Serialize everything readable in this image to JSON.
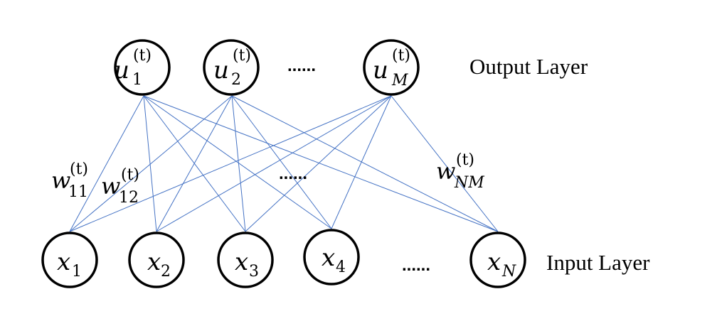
{
  "output_layer": {
    "label": "Output Layer",
    "nodes": [
      {
        "var": "u",
        "sub": "1",
        "sup": "(t)"
      },
      {
        "var": "u",
        "sub": "2",
        "sup": "(t)"
      },
      {
        "var": "u",
        "sub": "M",
        "sup": "(t)"
      }
    ],
    "ellipsis": "......"
  },
  "input_layer": {
    "label": "Input Layer",
    "nodes": [
      {
        "var": "x",
        "sub": "1"
      },
      {
        "var": "x",
        "sub": "2"
      },
      {
        "var": "x",
        "sub": "3"
      },
      {
        "var": "x",
        "sub": "4"
      },
      {
        "var": "x",
        "sub": "N"
      }
    ],
    "ellipsis": "......"
  },
  "middle_ellipsis": "......",
  "weights": [
    {
      "var": "w",
      "sub": "11",
      "sup": "(t)"
    },
    {
      "var": "w",
      "sub": "12",
      "sup": "(t)"
    },
    {
      "var": "w",
      "sub": "NM",
      "sup": "(t)"
    }
  ],
  "colors": {
    "edge": "#4472c4",
    "node_stroke": "#000000"
  }
}
